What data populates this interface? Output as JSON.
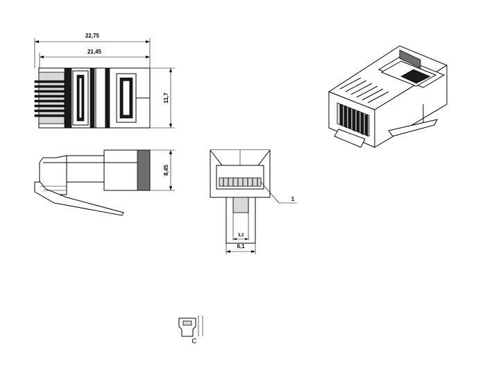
{
  "dimensions": {
    "overall_length": "22,75",
    "body_length": "21,45",
    "height": "11,7",
    "side_height": "8,45",
    "inner_width": "3,3",
    "width": "6,1"
  },
  "callouts": {
    "part_1": "1",
    "detail_c": "C"
  }
}
